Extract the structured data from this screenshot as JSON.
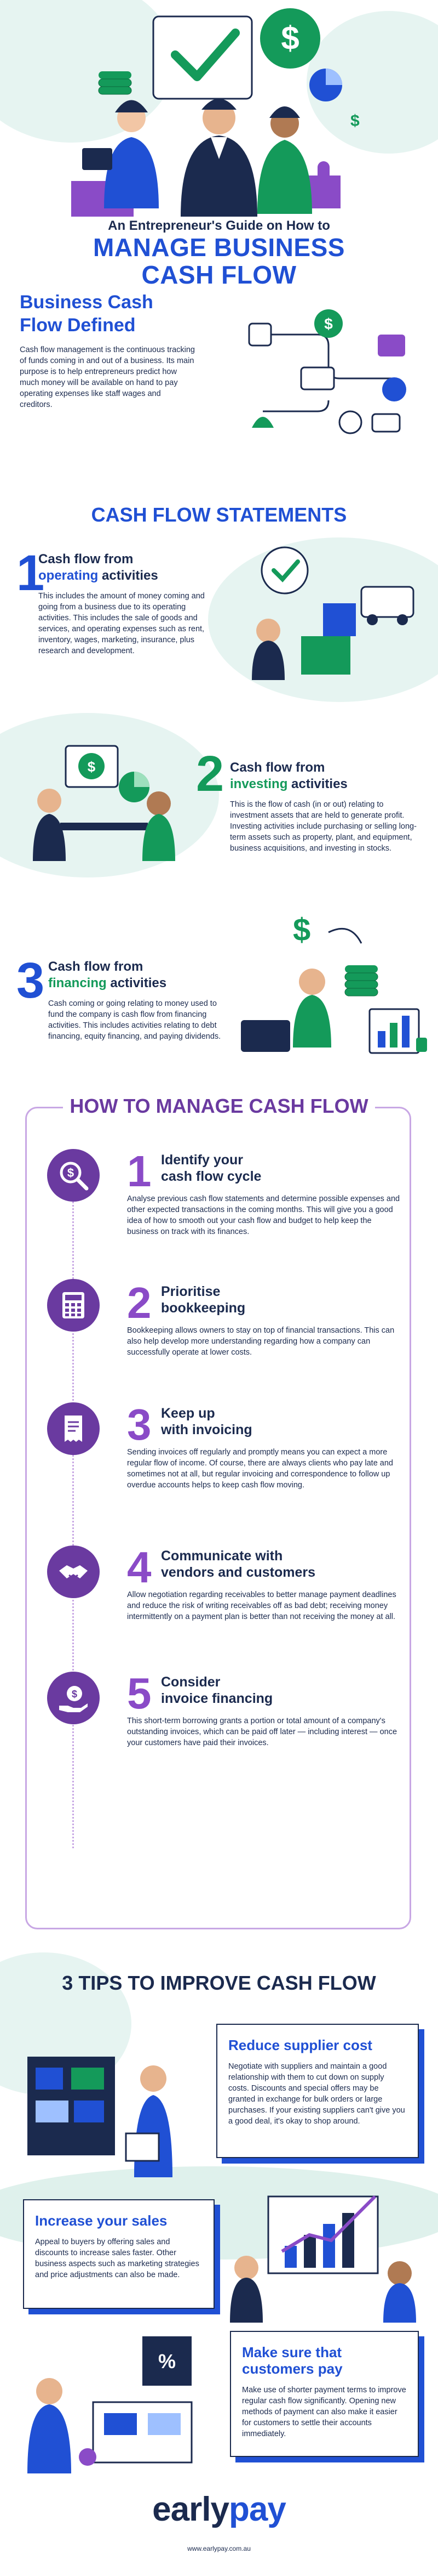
{
  "hero": {
    "kicker": "An Entrepreneur's Guide on How to",
    "title_line1": "MANAGE BUSINESS",
    "title_line2": "CASH FLOW"
  },
  "defined": {
    "title_line1": "Business Cash",
    "title_line2": "Flow Defined",
    "body": "Cash flow management is the continuous tracking of funds coming in and out of a business. Its main purpose is to help entrepreneurs predict how much money will be available on hand to pay operating expenses like staff wages and creditors."
  },
  "statements": {
    "heading": "CASH FLOW STATEMENTS",
    "items": [
      {
        "num": "1",
        "title_a": "Cash flow from",
        "title_b": "operating",
        "title_c": "activities",
        "body": "This includes the amount of money coming and going from a business due to its operating activities. This includes the sale of goods and services, and operating expenses such as rent, inventory, wages, marketing, insurance, plus research and development."
      },
      {
        "num": "2",
        "title_a": "Cash flow from",
        "title_b": "investing",
        "title_c": "activities",
        "body": "This is the flow of cash (in or out) relating to investment assets that are held to generate profit. Investing activities include purchasing or selling long-term assets such as property, plant, and equipment, business acquisitions, and investing in stocks."
      },
      {
        "num": "3",
        "title_a": "Cash flow from",
        "title_b": "financing",
        "title_c": "activities",
        "body": "Cash coming or going relating to money used to fund the company is cash flow from financing activities. This includes activities relating to debt financing, equity financing, and paying dividends."
      }
    ]
  },
  "manage": {
    "heading": "HOW TO MANAGE CASH FLOW",
    "steps": [
      {
        "num": "1",
        "title_1": "Identify your",
        "title_2": "cash flow cycle",
        "icon": "magnifier-dollar-icon",
        "body": "Analyse previous cash flow statements and determine possible expenses and other expected transactions in the coming months. This will give you a good idea of how to smooth out your cash flow and budget to help keep the business on track with its finances."
      },
      {
        "num": "2",
        "title_1": "Prioritise",
        "title_2": "bookkeeping",
        "icon": "calculator-icon",
        "body": "Bookkeeping allows owners to stay on top of financial transactions. This can also help develop more understanding regarding how a company can successfully operate at lower costs."
      },
      {
        "num": "3",
        "title_1": "Keep up",
        "title_2": "with invoicing",
        "icon": "invoice-icon",
        "body": "Sending invoices off regularly and promptly means you can expect a more regular flow of income. Of course, there are always clients who pay late and sometimes not at all, but regular invoicing and correspondence to follow up overdue accounts helps to keep cash flow moving."
      },
      {
        "num": "4",
        "title_1": "Communicate with",
        "title_2": "vendors and customers",
        "icon": "handshake-icon",
        "body": "Allow negotiation regarding receivables to better manage payment deadlines and reduce the risk of writing receivables off as bad debt; receiving money intermittently on a payment plan is better than not receiving the money at all."
      },
      {
        "num": "5",
        "title_1": "Consider",
        "title_2": "invoice financing",
        "icon": "hand-money-icon",
        "body": "This short-term borrowing grants a portion or total amount of a company's outstanding invoices, which can be paid off later — including interest — once your customers have paid their invoices."
      }
    ]
  },
  "tips": {
    "heading": "3 TIPS TO IMPROVE CASH FLOW",
    "items": [
      {
        "title": "Reduce supplier cost",
        "body": "Negotiate with suppliers and maintain a good relationship with them to cut down on supply costs. Discounts and special offers may be granted in exchange for bulk orders or large purchases.  If your existing suppliers can't give you a good deal, it's okay to shop around."
      },
      {
        "title": "Increase your sales",
        "body": "Appeal to buyers by offering sales and discounts to increase sales faster. Other business aspects such as marketing strategies and price adjustments can also be made."
      },
      {
        "title_1": "Make sure that",
        "title_2": "customers pay",
        "body": "Make use of shorter payment terms to improve regular cash flow significantly. Opening new methods of payment can also make it easier for customers to settle their accounts immediately."
      }
    ]
  },
  "footer": {
    "logo_a": "early",
    "logo_b": "pay",
    "url": "www.earlypay.com.au"
  },
  "colors": {
    "navy": "#1b2a4e",
    "blue": "#2050d4",
    "green": "#149a5a",
    "purple": "#6a3aa0",
    "mint": "#dff1ec"
  }
}
